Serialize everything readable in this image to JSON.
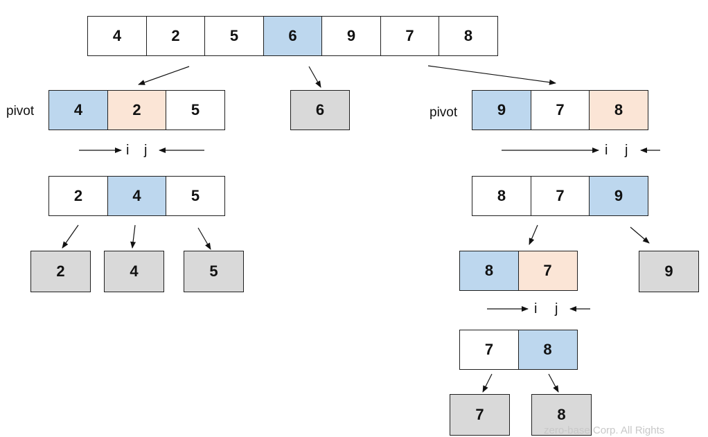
{
  "colors": {
    "pivot": "#bdd7ee",
    "swap": "#fbe5d6",
    "done": "#d9d9d9",
    "plain": "#ffffff"
  },
  "labels": {
    "pivot_left": "pivot",
    "pivot_right": "pivot",
    "i": "i",
    "j": "j"
  },
  "arrays": {
    "top": [
      {
        "v": "4",
        "c": "plain"
      },
      {
        "v": "2",
        "c": "plain"
      },
      {
        "v": "5",
        "c": "plain"
      },
      {
        "v": "6",
        "c": "pivot"
      },
      {
        "v": "9",
        "c": "plain"
      },
      {
        "v": "7",
        "c": "plain"
      },
      {
        "v": "8",
        "c": "plain"
      }
    ],
    "left1": [
      {
        "v": "4",
        "c": "pivot"
      },
      {
        "v": "2",
        "c": "swap"
      },
      {
        "v": "5",
        "c": "plain"
      }
    ],
    "mid": [
      {
        "v": "6",
        "c": "done"
      }
    ],
    "right1": [
      {
        "v": "9",
        "c": "pivot"
      },
      {
        "v": "7",
        "c": "plain"
      },
      {
        "v": "8",
        "c": "swap"
      }
    ],
    "left2": [
      {
        "v": "2",
        "c": "plain"
      },
      {
        "v": "4",
        "c": "pivot"
      },
      {
        "v": "5",
        "c": "plain"
      }
    ],
    "right2": [
      {
        "v": "8",
        "c": "plain"
      },
      {
        "v": "7",
        "c": "plain"
      },
      {
        "v": "9",
        "c": "pivot"
      }
    ],
    "leafL2": [
      {
        "v": "2",
        "c": "done"
      }
    ],
    "leafL4": [
      {
        "v": "4",
        "c": "done"
      }
    ],
    "leafL5": [
      {
        "v": "5",
        "c": "done"
      }
    ],
    "right3": [
      {
        "v": "8",
        "c": "pivot"
      },
      {
        "v": "7",
        "c": "swap"
      }
    ],
    "leafR9": [
      {
        "v": "9",
        "c": "done"
      }
    ],
    "right4": [
      {
        "v": "7",
        "c": "plain"
      },
      {
        "v": "8",
        "c": "pivot"
      }
    ],
    "leafR7": [
      {
        "v": "7",
        "c": "done"
      }
    ],
    "leafR8": [
      {
        "v": "8",
        "c": "done"
      }
    ]
  },
  "watermark": "zero-base Corp. All Rights"
}
